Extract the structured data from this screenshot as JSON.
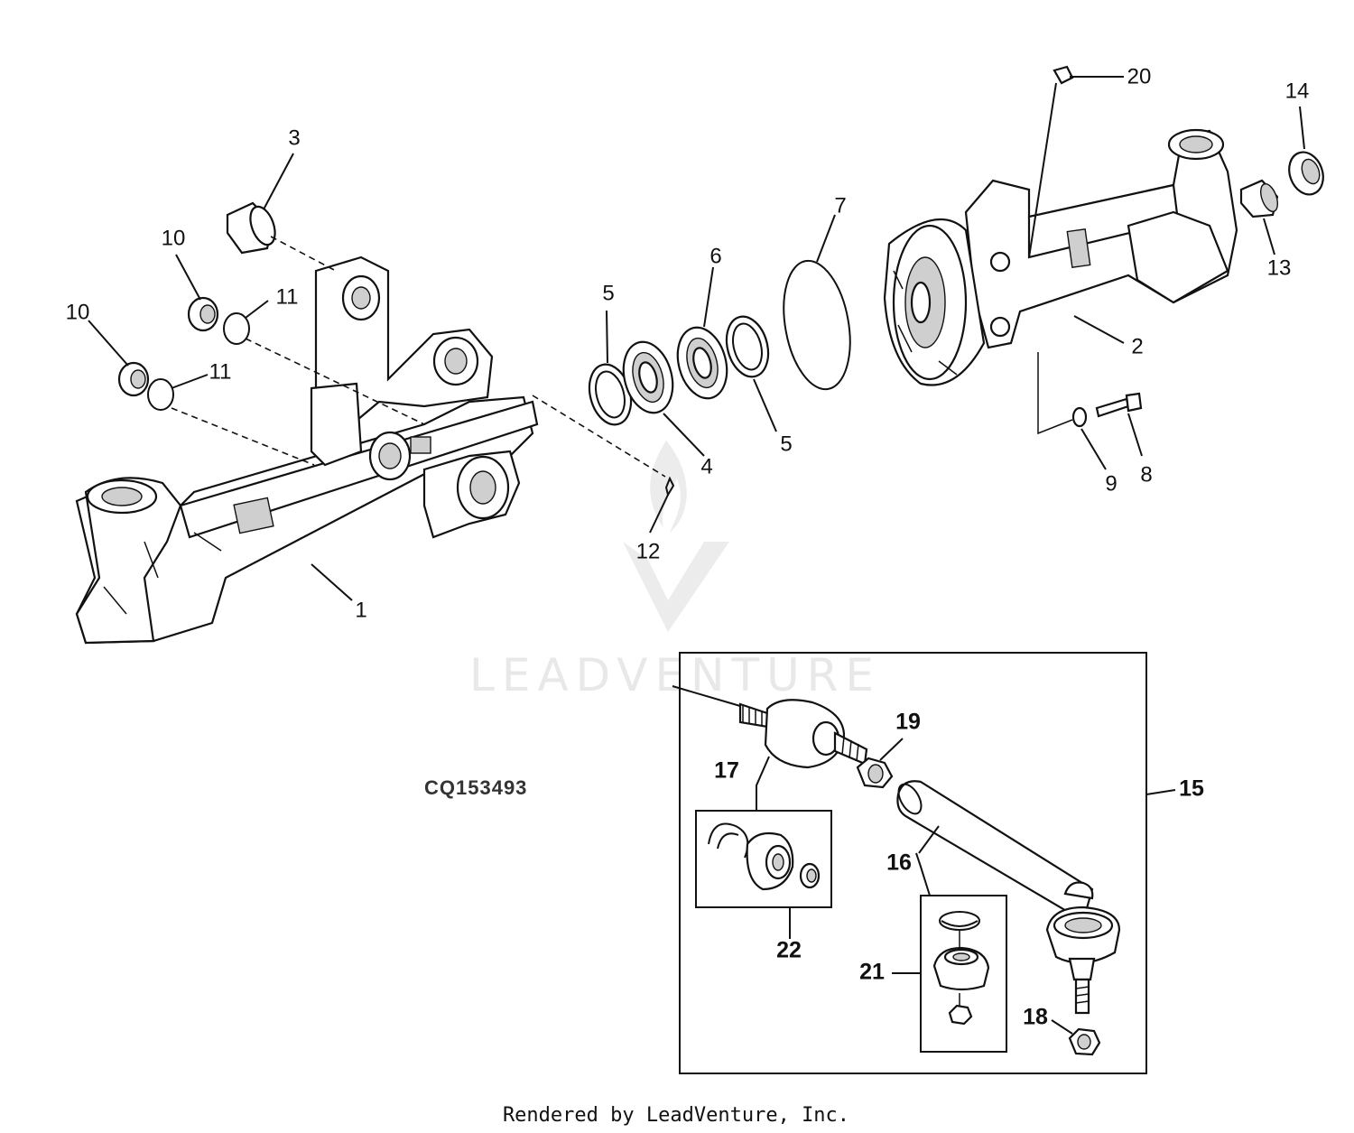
{
  "figure_id": "CQ153493",
  "watermark": "LEADVENTURE",
  "footer": "Rendered by LeadVenture, Inc.",
  "callouts": {
    "c1": "1",
    "c2": "2",
    "c3": "3",
    "c4": "4",
    "c5a": "5",
    "c5b": "5",
    "c6": "6",
    "c7": "7",
    "c8": "8",
    "c9": "9",
    "c10a": "10",
    "c10b": "10",
    "c11a": "11",
    "c11b": "11",
    "c12": "12",
    "c13": "13",
    "c14": "14",
    "c15": "15",
    "c16": "16",
    "c17": "17",
    "c18": "18",
    "c19": "19",
    "c20": "20",
    "c21": "21",
    "c22": "22"
  }
}
